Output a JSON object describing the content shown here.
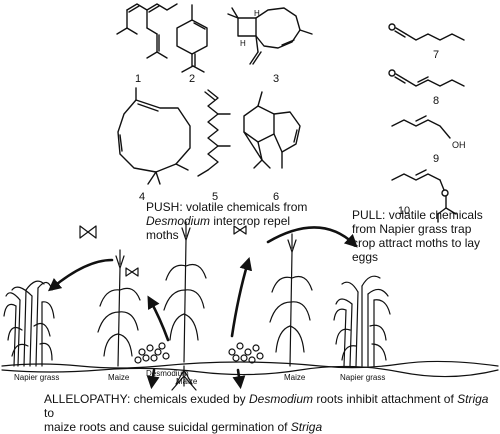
{
  "compounds": [
    "1",
    "2",
    "3",
    "4",
    "5",
    "6",
    "7",
    "8",
    "9",
    "10"
  ],
  "push": {
    "label": "PUSH",
    "text_a": ": volatile chemicals from",
    "species": "Desmodium",
    "text_b": " intercrop repel",
    "text_c": "moths"
  },
  "pull": {
    "label": "PULL",
    "line1": ": volatile chemicals",
    "line2": "from Napier grass trap",
    "line3": "crop attract moths to lay",
    "line4": "eggs"
  },
  "plants": {
    "napier_left": "Napier grass",
    "maize_left": "Maize",
    "desmodium": "Desmodium",
    "maize_center": "Maize",
    "maize_right": "Maize",
    "napier_right": "Napier grass"
  },
  "allelopathy": {
    "label": "ALLELOPATHY",
    "text_a": ": chemicals exuded by ",
    "species_a": "Desmodium",
    "text_b": " roots inhibit attachment of ",
    "species_b": "Striga",
    "text_c": " to",
    "text_d": "maize roots and cause suicidal germination of ",
    "species_c": "Striga"
  },
  "misc": {
    "hydroxyl": "OH"
  },
  "colors": {
    "ink": "#111111",
    "background": "#ffffff"
  }
}
